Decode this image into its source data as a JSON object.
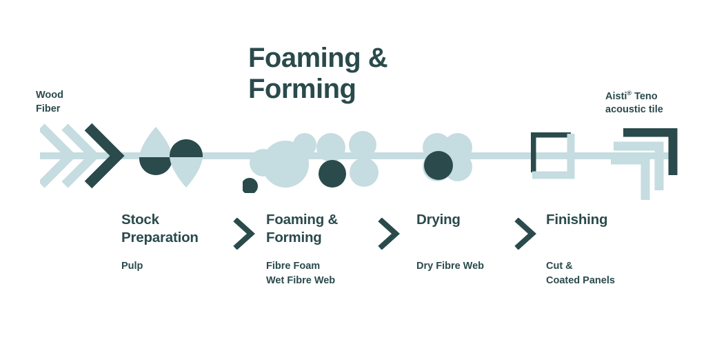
{
  "title": "Foaming &\nForming",
  "colors": {
    "dark": "#2A4A4C",
    "light": "#C5DCE0",
    "background": "#FFFFFF"
  },
  "endpoints": {
    "input_label": "Wood\nFiber",
    "output_label_prefix": "Aisti",
    "output_label_mark": "®",
    "output_label_suffix": " Teno\nacoustic tile"
  },
  "steps": [
    {
      "title": "Stock\nPreparation",
      "sub": "Pulp",
      "icon": "droplets-icon"
    },
    {
      "title": "Foaming &\nForming",
      "sub": "Fibre Foam\nWet Fibre Web",
      "icon": "bubbles-icon"
    },
    {
      "title": "Drying",
      "sub": "Dry Fibre Web",
      "icon": "cloud-icon"
    },
    {
      "title": "Finishing",
      "sub": "Cut &\nCoated Panels",
      "icon": "square-frame-icon"
    }
  ],
  "separators": [
    "chevron-right-icon",
    "chevron-right-icon",
    "chevron-right-icon"
  ]
}
